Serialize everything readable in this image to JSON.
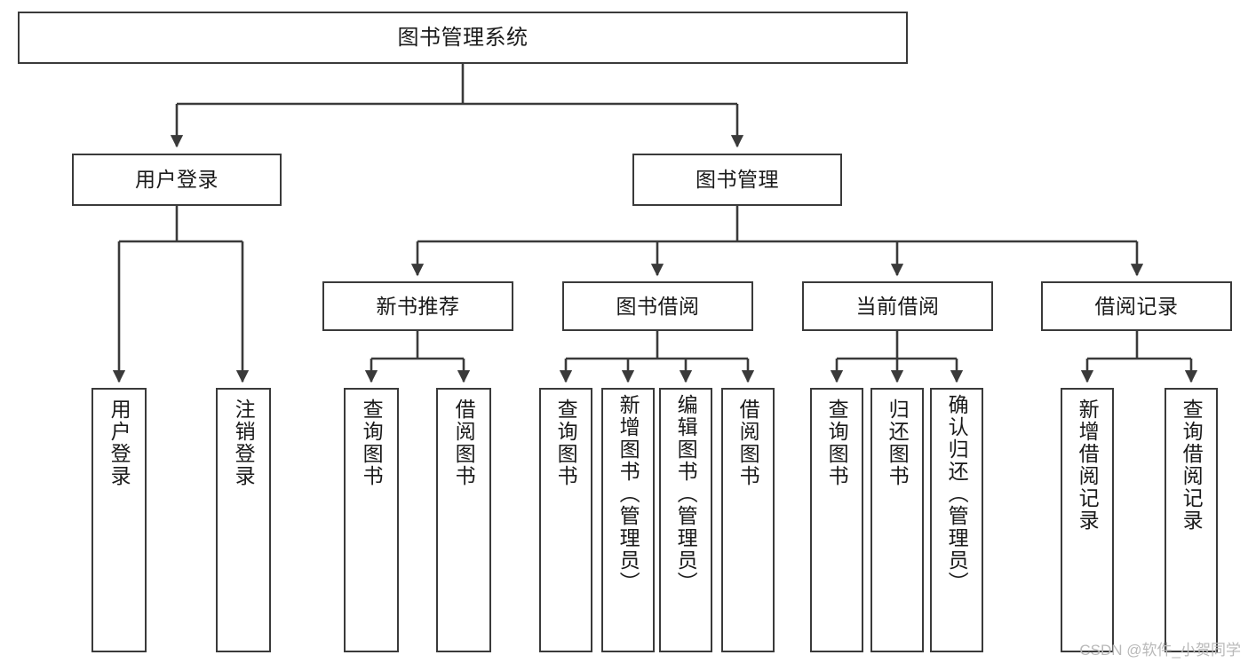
{
  "diagram": {
    "title": "图书管理系统",
    "watermark": "CSDN @软件_小贺同学",
    "colors": {
      "background": "#ffffff",
      "box_border": "#3a3a3a",
      "connector": "#3a3a3a",
      "text": "#1a1a1a",
      "watermark": "#b9b9b9"
    },
    "levels": {
      "root": {
        "label": "图书管理系统"
      },
      "level2": [
        {
          "label": "用户登录"
        },
        {
          "label": "图书管理"
        }
      ],
      "level3": [
        {
          "label": "新书推荐"
        },
        {
          "label": "图书借阅"
        },
        {
          "label": "当前借阅"
        },
        {
          "label": "借阅记录"
        }
      ],
      "leaves": {
        "user_login": [
          {
            "label": "用户登录"
          },
          {
            "label": "注销登录"
          }
        ],
        "new_book_recommend": [
          {
            "label": "查询图书"
          },
          {
            "label": "借阅图书"
          }
        ],
        "book_borrow": [
          {
            "label": "查询图书"
          },
          {
            "label": "新增图书（管理员）"
          },
          {
            "label": "编辑图书（管理员）"
          },
          {
            "label": "借阅图书"
          }
        ],
        "current_borrow": [
          {
            "label": "查询图书"
          },
          {
            "label": "归还图书"
          },
          {
            "label": "确认归还（管理员）"
          }
        ],
        "borrow_record": [
          {
            "label": "新增借阅记录"
          },
          {
            "label": "查询借阅记录"
          }
        ]
      }
    }
  }
}
